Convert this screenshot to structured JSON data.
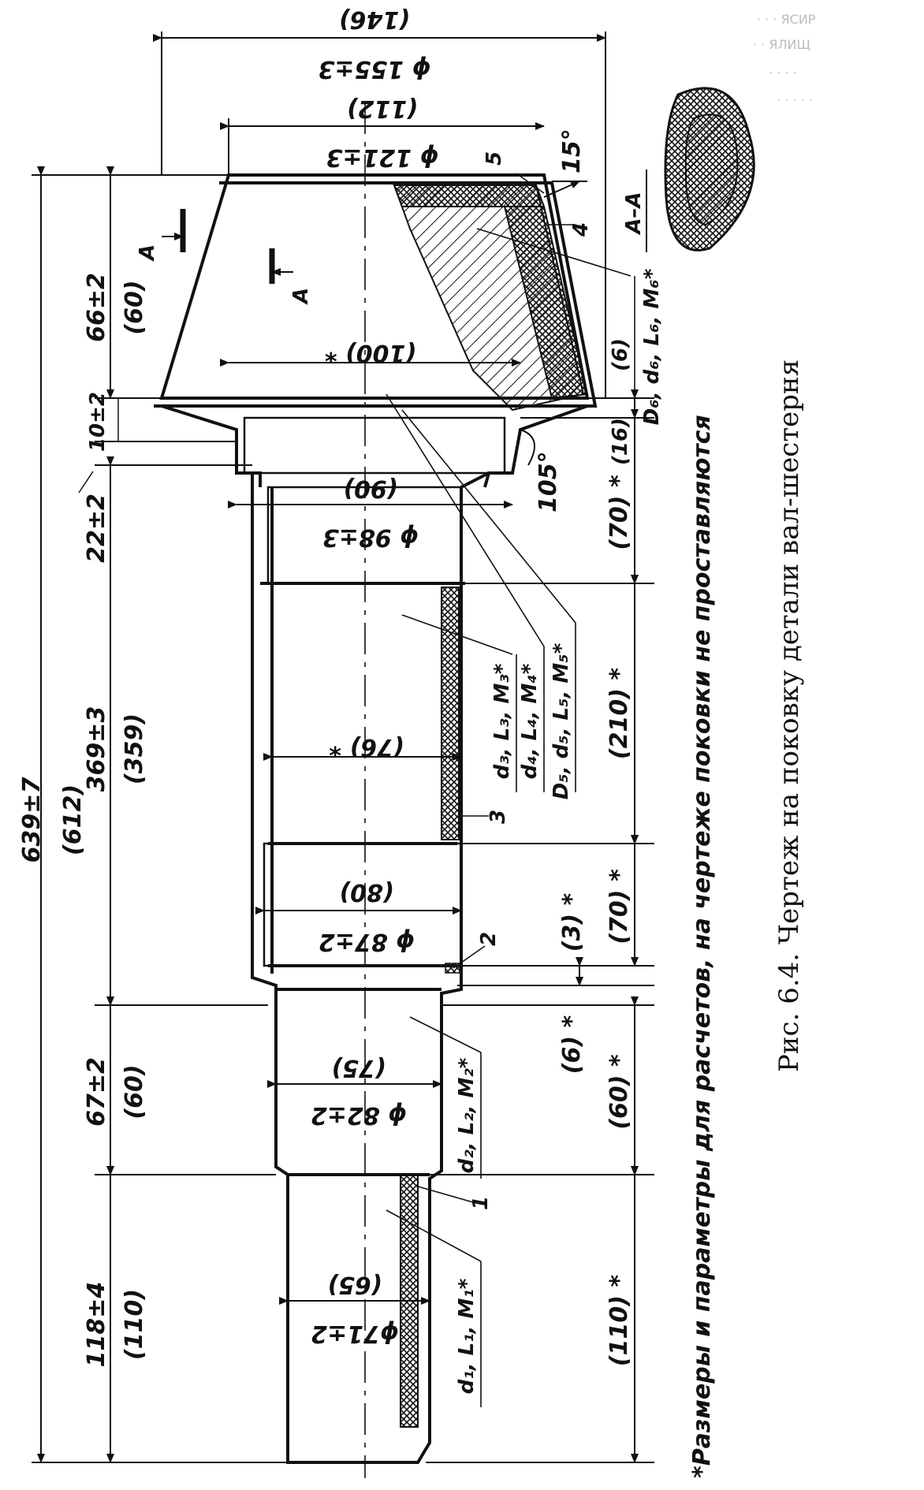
{
  "caption": "Рис. 6.4. Чертеж на поковку детали вал-шестерня",
  "footnote": "*Размеры и параметры для расчетов, на чертеже поковки не проставляются",
  "section_label": "A–A",
  "section_marks": [
    "A",
    "A"
  ],
  "angles": [
    "15°",
    "105°"
  ],
  "callouts": [
    "1",
    "2",
    "3",
    "4",
    "5"
  ],
  "diameters": [
    {
      "tol": "ϕ 155±3",
      "nominal": "(146)"
    },
    {
      "tol": "ϕ 121±3",
      "nominal": "(112)"
    },
    {
      "tol": "",
      "nominal": "(100) *"
    },
    {
      "tol": "ϕ 98±3",
      "nominal": "(90)"
    },
    {
      "tol": "",
      "nominal": "(76) *"
    },
    {
      "tol": "ϕ 87±2",
      "nominal": "(80)"
    },
    {
      "tol": "ϕ 82±2",
      "nominal": "(75)"
    },
    {
      "tol": "ϕ71±2",
      "nominal": "(65)"
    }
  ],
  "left_dims": [
    {
      "tol": "639±7",
      "nominal": "(612)"
    },
    {
      "tol": "66±2",
      "nominal": "(60)"
    },
    {
      "tol": "10±2",
      "nominal": ""
    },
    {
      "tol": "22±2",
      "nominal": ""
    },
    {
      "tol": "369±3",
      "nominal": "(359)"
    },
    {
      "tol": "67±2",
      "nominal": "(60)"
    },
    {
      "tol": "118±4",
      "nominal": "(110)"
    }
  ],
  "right_dims": [
    "(6)",
    "(16)",
    "(70) *",
    "(210) *",
    "(70) *",
    "(3) *",
    "(6) *",
    "(60) *",
    "(110) *"
  ],
  "params": [
    "D₆, d₆, L₆, M₆*",
    "d₃, L₃, M₃*",
    "d₄, L₄, M₄*",
    "D₅, d₅, L₅, M₅*",
    "d₂, L₂, M₂*",
    "d₁, L₁, M₁*"
  ],
  "scan_noise": [
    "· · · ЯСИР",
    "· · ЯЛИЩ",
    "· · · ·",
    "· · · · ·"
  ]
}
